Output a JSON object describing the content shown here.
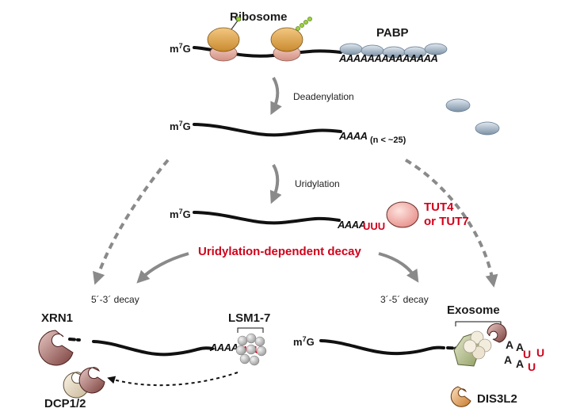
{
  "labels": {
    "ribosome": "Ribosome",
    "pabp": "PABP",
    "cap": "m⁷G",
    "poly_a_long": "AAAAAAAAAAAAAA",
    "poly_a_short": "AAAA",
    "poly_a_note": "(n < ~25)",
    "uuu": "UUU",
    "deadenylation": "Deadenylation",
    "uridylation": "Uridylation",
    "tut": "TUT4\nor TUT7",
    "tut_line1": "TUT4",
    "tut_line2": "or TUT7",
    "decay_title": "Uridylation-dependent decay",
    "decay_53": "5´-3´ decay",
    "decay_35": "3´-5´ decay",
    "xrn1": "XRN1",
    "lsm": "LSM1-7",
    "dcp": "DCP1/2",
    "exosome": "Exosome",
    "dis3l2": "DIS3L2",
    "free_a": "A",
    "free_u": "U"
  },
  "colors": {
    "accent_red": "#d0021b",
    "arrow_grey": "#8a8a8a",
    "ribosome": "#e0a64c",
    "pabp": "#9fb3c6",
    "tut": "#f2a3a3",
    "xrn1": "#a8706f",
    "dcp": "#efe4cf",
    "lsm": "#d4d4d4",
    "dis3l2": "#e9a869"
  }
}
